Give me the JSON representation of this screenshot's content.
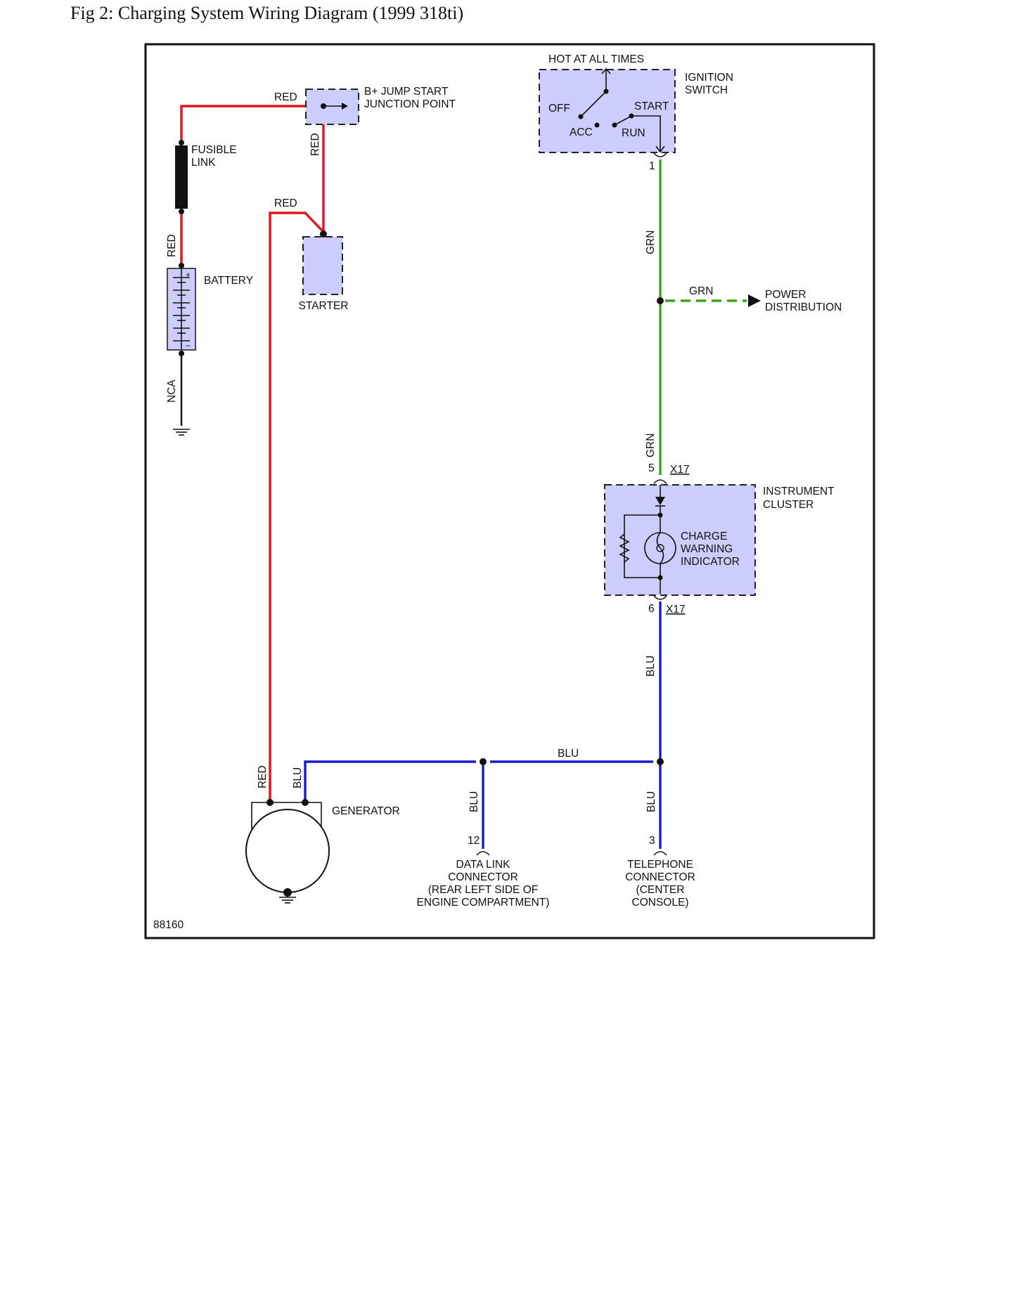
{
  "caption": "Fig 2: Charging System Wiring Diagram (1999 318ti)",
  "figure_number": "88160",
  "colors": {
    "red_wire": "#e0141e",
    "green_wire": "#3aa61e",
    "blue_wire": "#1a1ad0",
    "component_fill": "#cccdfc"
  },
  "components": {
    "ignition_switch": {
      "label_line1": "IGNITION",
      "label_line2": "SWITCH",
      "hot_label": "HOT AT ALL TIMES",
      "pos_off": "OFF",
      "pos_start": "START",
      "pos_acc": "ACC",
      "pos_run": "RUN",
      "pin": "1"
    },
    "jump_start": {
      "label_line1": "B+ JUMP START",
      "label_line2": "JUNCTION POINT"
    },
    "fusible_link": {
      "label_line1": "FUSIBLE",
      "label_line2": "LINK"
    },
    "battery": {
      "label": "BATTERY",
      "plus": "+",
      "minus": "−"
    },
    "starter": {
      "label": "STARTER"
    },
    "power_distribution": {
      "label_line1": "POWER",
      "label_line2": "DISTRIBUTION"
    },
    "instrument_cluster": {
      "label_line1": "INSTRUMENT",
      "label_line2": "CLUSTER",
      "indicator_line1": "CHARGE",
      "indicator_line2": "WARNING",
      "indicator_line3": "INDICATOR",
      "pin_in": "5",
      "pin_out": "6",
      "connector": "X17"
    },
    "generator": {
      "label": "GENERATOR"
    },
    "data_link_connector": {
      "pin": "12",
      "line1": "DATA LINK",
      "line2": "CONNECTOR",
      "line3": "(REAR LEFT SIDE OF",
      "line4": "ENGINE COMPARTMENT)"
    },
    "telephone_connector": {
      "pin": "3",
      "line1": "TELEPHONE",
      "line2": "CONNECTOR",
      "line3": "(CENTER",
      "line4": "CONSOLE)"
    }
  },
  "wires": {
    "red": "RED",
    "green": "GRN",
    "blue": "BLU",
    "ground": "NCA"
  }
}
